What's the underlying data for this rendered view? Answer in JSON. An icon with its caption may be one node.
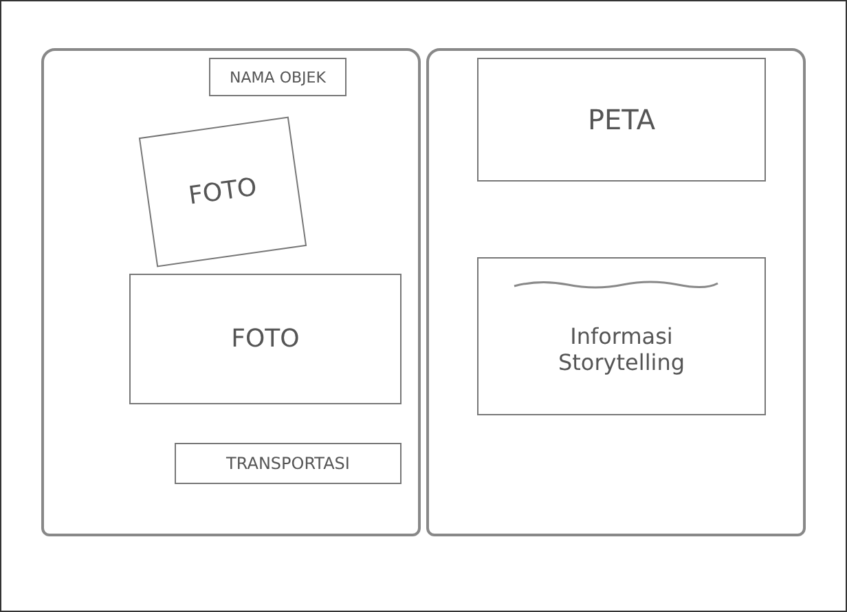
{
  "diagram": {
    "nodes": [
      {
        "text": [],
        "shape": "box"
      },
      {
        "text": [
          "NAMA OBJEK"
        ],
        "in": 0
      },
      {
        "text": [
          "FOTO"
        ],
        "in": 0
      },
      {
        "text": [
          "FOTO"
        ],
        "in": 0
      },
      {
        "text": [
          "TRANSPORTASI"
        ],
        "in": 0
      },
      {
        "text": [],
        "shape": "box"
      },
      {
        "text": [
          "PETA"
        ],
        "in": 5
      },
      {
        "text": [
          "Informasi Storytelling"
        ],
        "in": 5
      }
    ]
  }
}
